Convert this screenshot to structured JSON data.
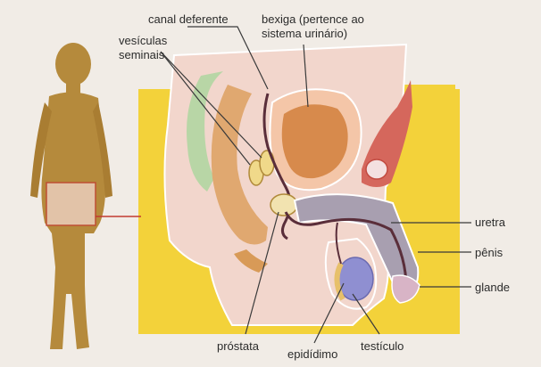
{
  "labels": {
    "canal_deferente": "canal deferente",
    "bexiga_line1": "bexiga (pertence ao",
    "bexiga_line2": "sistema urinário)",
    "vesiculas_line1": "vesículas",
    "vesiculas_line2": "seminais",
    "uretra": "uretra",
    "penis": "pênis",
    "glande": "glande",
    "prostata": "próstata",
    "epididimo": "epidídimo",
    "testiculo": "testículo"
  },
  "colors": {
    "page_bg": "#f1ece6",
    "yellow_panel": "#f3d23a",
    "body_figure": "#b58a3c",
    "skin": "#f2d6cc",
    "organ_tan": "#d89a57",
    "urethra_gray": "#a89fb0",
    "testicle_blue": "#8f8fd1",
    "muscle_red": "#d5675c",
    "leader_line": "#3a3a3a",
    "callout_red": "#c23b30"
  }
}
